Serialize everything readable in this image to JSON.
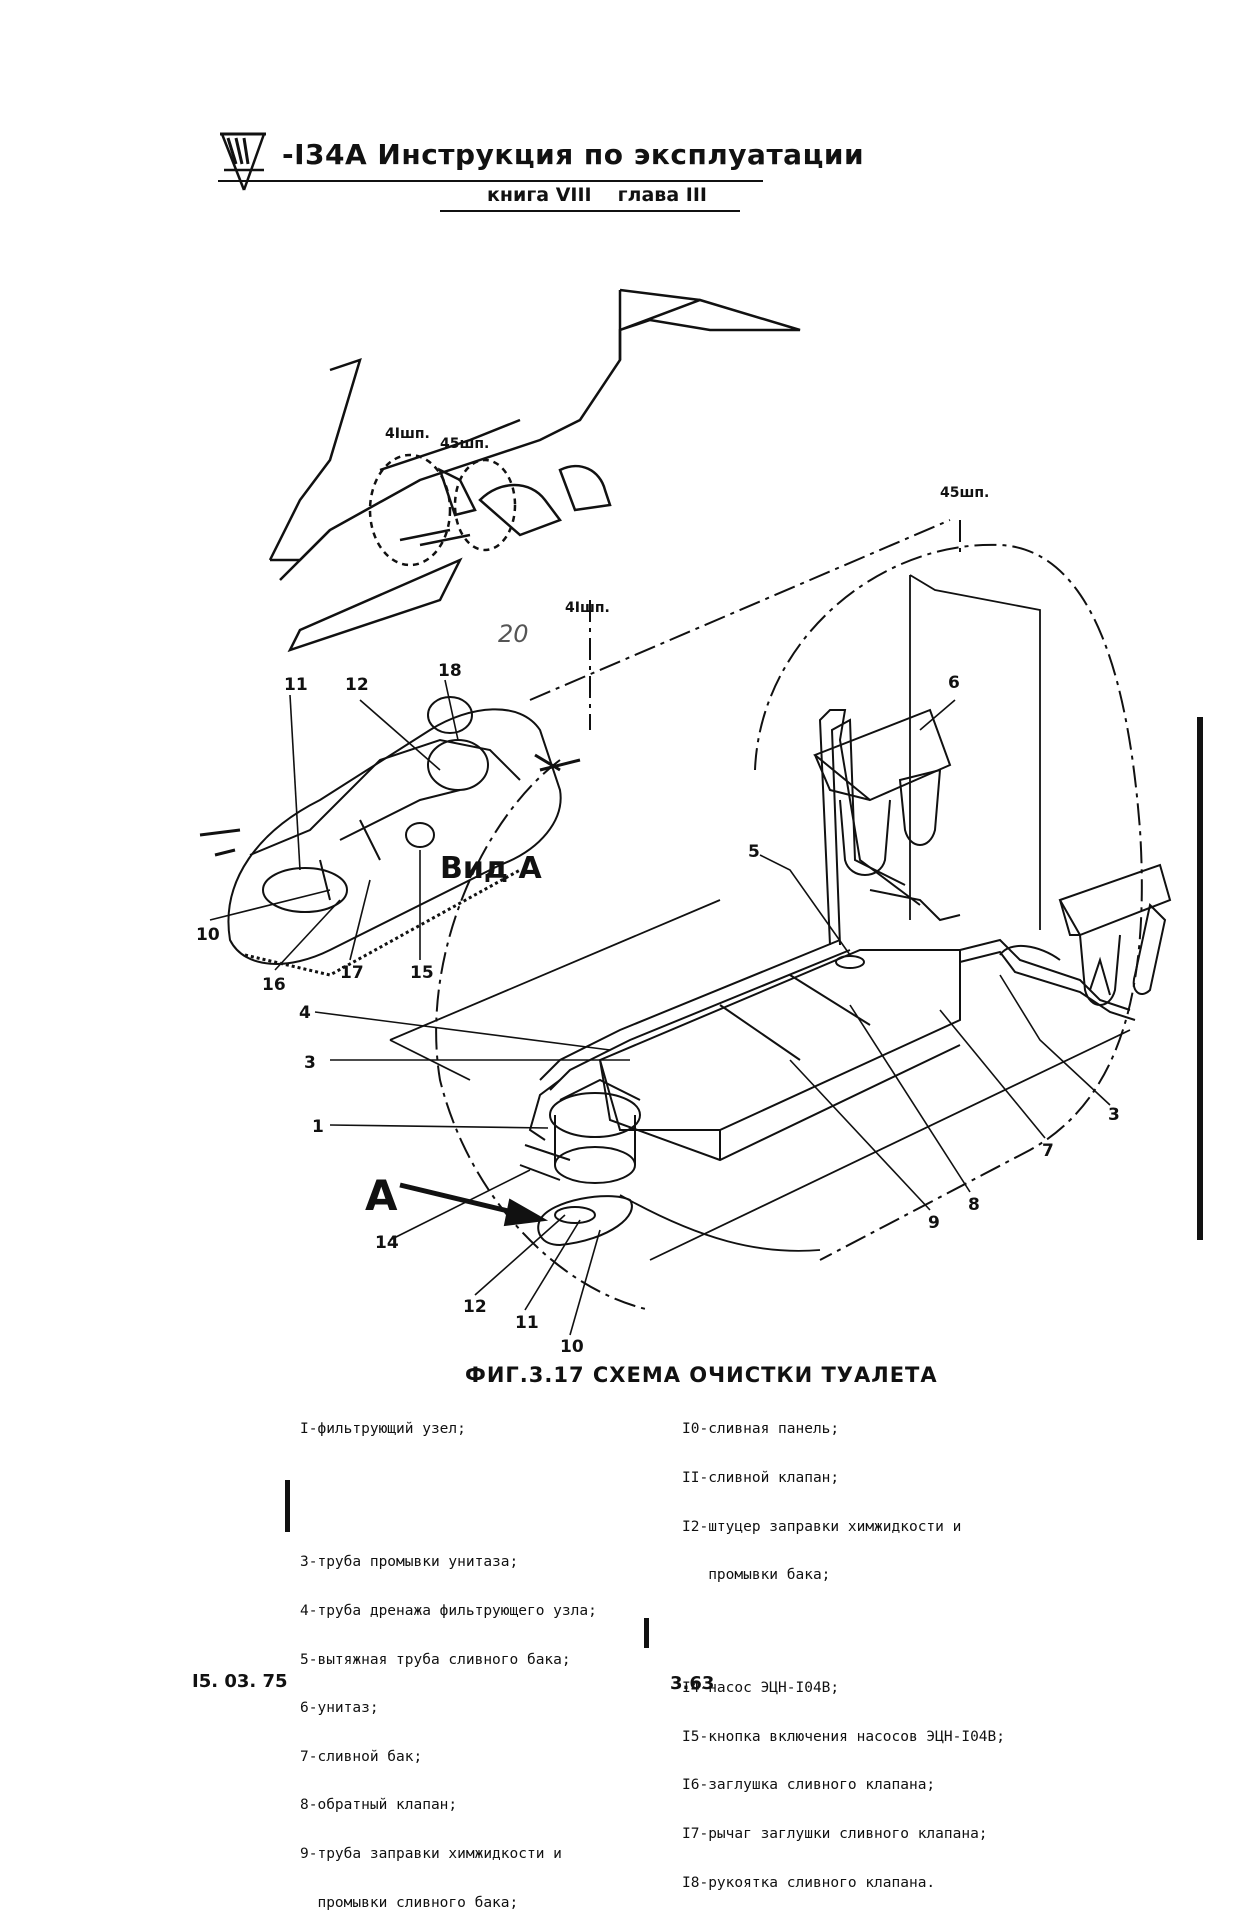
{
  "header": {
    "title": "-I34A Инструкция по эксплуатации",
    "book": "книга VIII",
    "chapter": "глава III"
  },
  "drawing": {
    "frame_labels": [
      "45шп.",
      "4Iшп.",
      "45шп.",
      "4Iшп."
    ],
    "view_label": "Вид А",
    "arrow_label": "А",
    "handwritten_note": "20",
    "callouts": [
      "1",
      "3",
      "4",
      "5",
      "6",
      "3",
      "7",
      "8",
      "9",
      "10",
      "11",
      "12",
      "14",
      "18",
      "12",
      "11",
      "10",
      "16",
      "17",
      "15"
    ]
  },
  "caption": "ФИГ.3.17 СХЕМА ОЧИСТКИ ТУАЛЕТА",
  "legend": {
    "left": [
      "I-фильтрующий узел;",
      "3-труба промывки унитаза;",
      "4-труба дренажа фильтрующего узла;",
      "5-вытяжная труба сливного бака;",
      "6-унитаз;",
      "7-сливной бак;",
      "8-обратный клапан;",
      "9-труба заправки химжидкости и",
      "  промывки сливного бака;"
    ],
    "right": [
      "I0-сливная панель;",
      "II-сливной клапан;",
      "I2-штуцер заправки химжидкости и",
      "   промывки бака;",
      "I4-насос ЭЦН-I04В;",
      "I5-кнопка включения насосов ЭЦН-I04В;",
      "I6-заглушка сливного клапана;",
      "I7-рычаг заглушки сливного клапана;",
      "I8-рукоятка сливного клапана."
    ]
  },
  "footer": {
    "date": "I5. 03. 75",
    "page": "3.63"
  }
}
